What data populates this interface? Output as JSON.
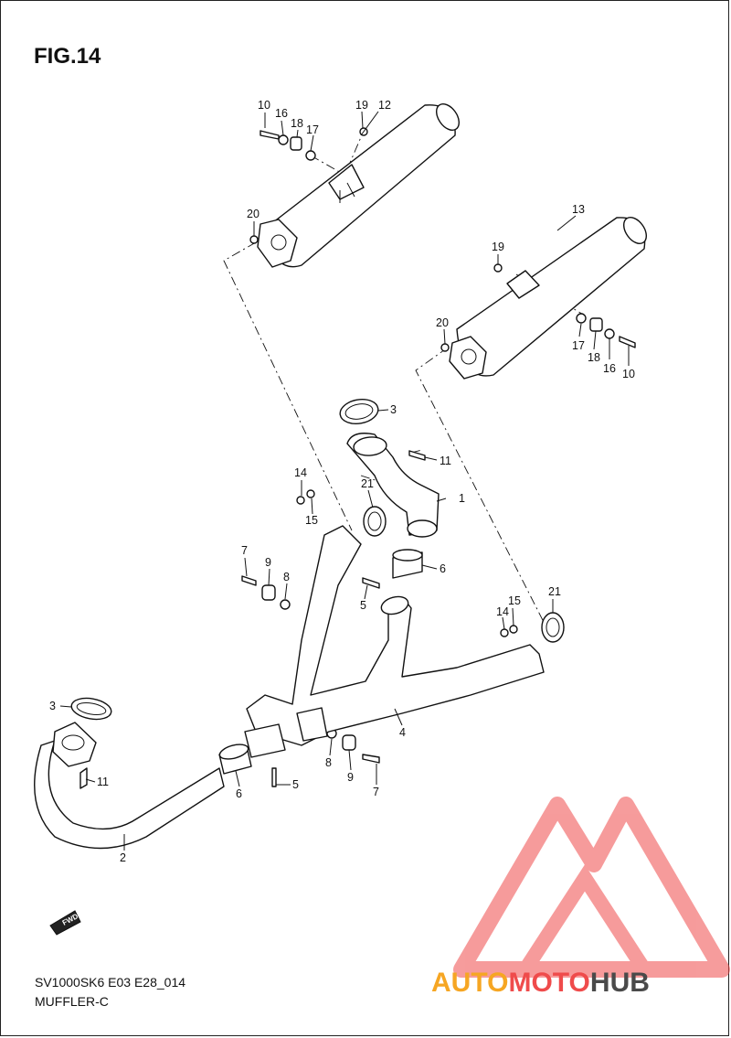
{
  "figure": {
    "title": "FIG.14",
    "code": "SV1000SK6 E03 E28_014",
    "name": "MUFFLER-C"
  },
  "callouts": [
    "10",
    "16",
    "18",
    "17",
    "19",
    "12",
    "20",
    "13",
    "19",
    "20",
    "17",
    "18",
    "16",
    "10",
    "3",
    "11",
    "21",
    "1",
    "14",
    "15",
    "6",
    "7",
    "9",
    "8",
    "5",
    "14",
    "15",
    "21",
    "3",
    "4",
    "11",
    "8",
    "9",
    "7",
    "5",
    "6",
    "2"
  ],
  "direction_badge": "FWD",
  "watermark": {
    "prefix": "AUTO",
    "middle": "MOTO",
    "suffix": "HUB",
    "color_orange": "#f6a623",
    "color_red": "#ef4b4b",
    "color_gray": "#4a4a4a"
  }
}
